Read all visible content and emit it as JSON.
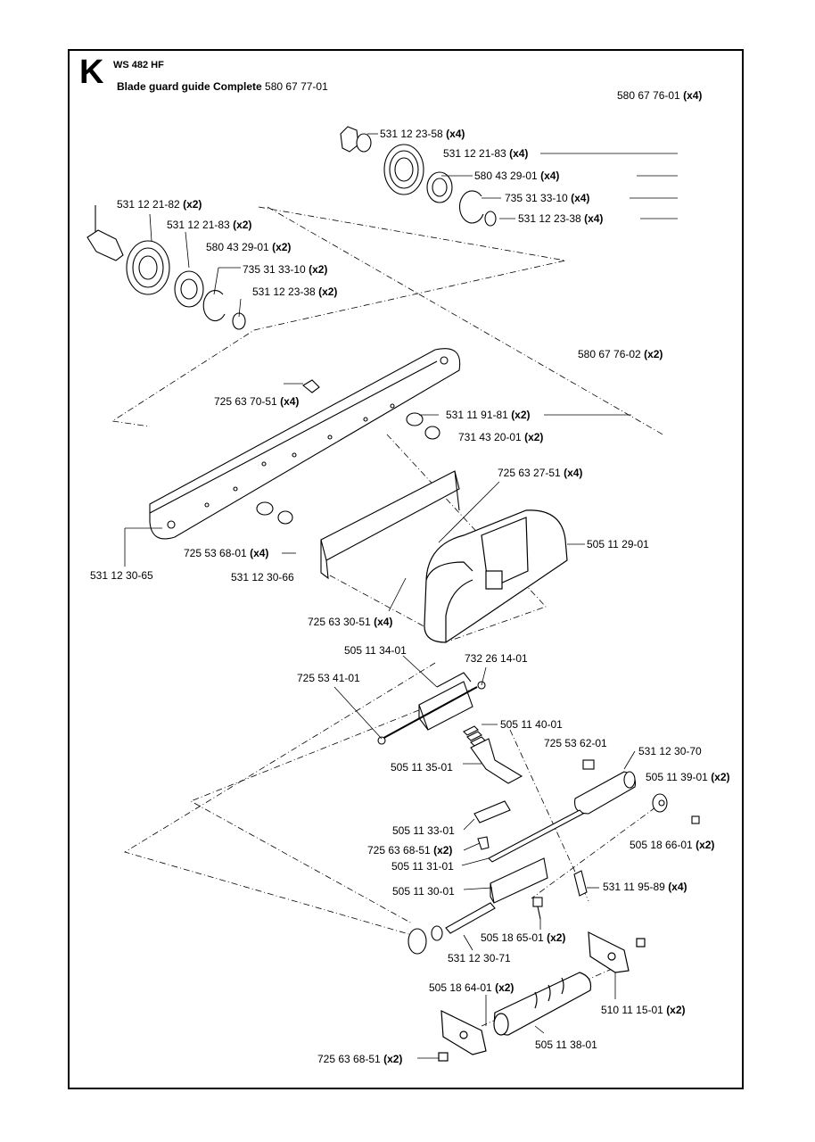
{
  "section": "K",
  "model": "WS 482 HF",
  "assembly": {
    "name": "Blade guard guide Complete",
    "part_no": "580 67 77-01"
  },
  "parts": [
    {
      "id": "p01",
      "no": "580 67 76-01",
      "qty": "(x4)"
    },
    {
      "id": "p02",
      "no": "531 12 23-58",
      "qty": "(x4)"
    },
    {
      "id": "p03",
      "no": "531 12 21-83",
      "qty": "(x4)"
    },
    {
      "id": "p04",
      "no": "580 43 29-01",
      "qty": "(x4)"
    },
    {
      "id": "p05",
      "no": "735 31 33-10",
      "qty": "(x4)"
    },
    {
      "id": "p06",
      "no": "531 12 23-38",
      "qty": "(x4)"
    },
    {
      "id": "p07",
      "no": "531 12 21-82",
      "qty": "(x2)"
    },
    {
      "id": "p08",
      "no": "531 12 21-83",
      "qty": "(x2)"
    },
    {
      "id": "p09",
      "no": "580 43 29-01",
      "qty": "(x2)"
    },
    {
      "id": "p10",
      "no": "735 31 33-10",
      "qty": "(x2)"
    },
    {
      "id": "p11",
      "no": "531 12 23-38",
      "qty": "(x2)"
    },
    {
      "id": "p12",
      "no": "580 67 76-02",
      "qty": "(x2)"
    },
    {
      "id": "p13",
      "no": "725 63 70-51",
      "qty": "(x4)"
    },
    {
      "id": "p14",
      "no": "531 11 91-81",
      "qty": "(x2)"
    },
    {
      "id": "p15",
      "no": "731 43 20-01",
      "qty": "(x2)"
    },
    {
      "id": "p16",
      "no": "725 63 27-51",
      "qty": "(x4)"
    },
    {
      "id": "p17",
      "no": "505 11 29-01",
      "qty": ""
    },
    {
      "id": "p18",
      "no": "725 53 68-01",
      "qty": "(x4)"
    },
    {
      "id": "p19",
      "no": "531 12 30-66",
      "qty": ""
    },
    {
      "id": "p20",
      "no": "531 12 30-65",
      "qty": ""
    },
    {
      "id": "p21",
      "no": "725 63 30-51",
      "qty": "(x4)"
    },
    {
      "id": "p22",
      "no": "505 11 34-01",
      "qty": ""
    },
    {
      "id": "p23",
      "no": "732 26 14-01",
      "qty": ""
    },
    {
      "id": "p24",
      "no": "725 53 41-01",
      "qty": ""
    },
    {
      "id": "p25",
      "no": "505 11 40-01",
      "qty": ""
    },
    {
      "id": "p26",
      "no": "725 53 62-01",
      "qty": ""
    },
    {
      "id": "p27",
      "no": "531 12 30-70",
      "qty": ""
    },
    {
      "id": "p28",
      "no": "505 11 35-01",
      "qty": ""
    },
    {
      "id": "p29",
      "no": "505 11 39-01",
      "qty": "(x2)"
    },
    {
      "id": "p30",
      "no": "505 11 33-01",
      "qty": ""
    },
    {
      "id": "p31",
      "no": "505 18 66-01",
      "qty": "(x2)"
    },
    {
      "id": "p32",
      "no": "725 63 68-51",
      "qty": "(x2)"
    },
    {
      "id": "p33",
      "no": "505 11 31-01",
      "qty": ""
    },
    {
      "id": "p34",
      "no": "531 11 95-89",
      "qty": "(x4)"
    },
    {
      "id": "p35",
      "no": "505 11 30-01",
      "qty": ""
    },
    {
      "id": "p36",
      "no": "505 18 65-01",
      "qty": "(x2)"
    },
    {
      "id": "p37",
      "no": "531 12 30-71",
      "qty": ""
    },
    {
      "id": "p38",
      "no": "505 18 64-01",
      "qty": "(x2)"
    },
    {
      "id": "p39",
      "no": "510 11 15-01",
      "qty": "(x2)"
    },
    {
      "id": "p40",
      "no": "505 11 38-01",
      "qty": ""
    },
    {
      "id": "p41",
      "no": "725 63 68-51",
      "qty": "(x2)"
    }
  ]
}
